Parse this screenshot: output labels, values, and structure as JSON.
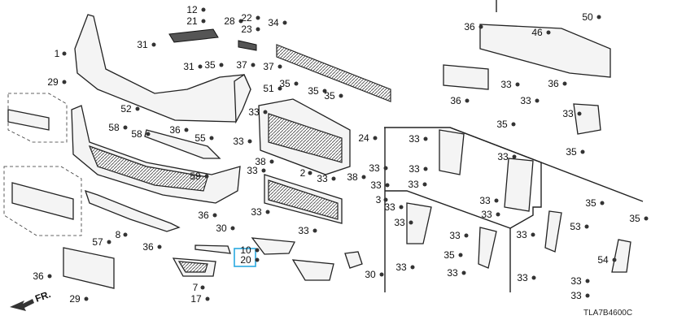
{
  "diagram": {
    "code": "TLA7B4600C",
    "direction_label": "FR.",
    "highlight_color": "#29a9e0",
    "highlighted_labels": [
      "10",
      "20"
    ],
    "labels": [
      "1",
      "12",
      "21",
      "31",
      "31",
      "28",
      "22",
      "23",
      "34",
      "35",
      "37",
      "37",
      "29",
      "52",
      "58",
      "58",
      "36",
      "55",
      "51",
      "35",
      "35",
      "35",
      "33",
      "33",
      "38",
      "33",
      "59",
      "2",
      "33",
      "33",
      "38",
      "33",
      "3",
      "33",
      "36",
      "30",
      "8",
      "57",
      "36",
      "10",
      "20",
      "36",
      "29",
      "7",
      "17",
      "33",
      "30",
      "24",
      "36",
      "46",
      "50",
      "33",
      "36",
      "33",
      "35",
      "36",
      "33",
      "35",
      "33",
      "33",
      "33",
      "33",
      "33",
      "33",
      "33",
      "33",
      "33",
      "33",
      "35",
      "33",
      "33",
      "35",
      "53",
      "33",
      "35",
      "54",
      "33",
      "33"
    ]
  }
}
